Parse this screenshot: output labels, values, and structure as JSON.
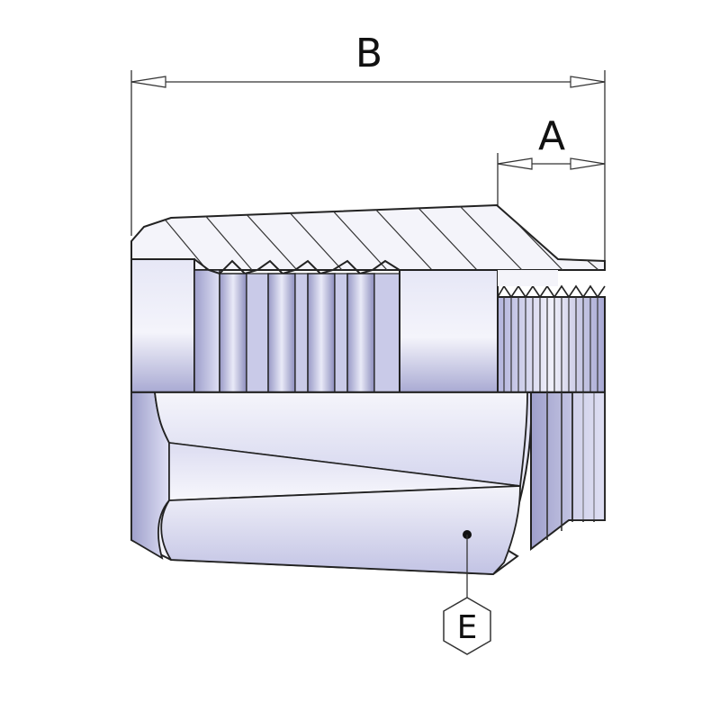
{
  "drawing": {
    "dimensions": [
      {
        "id": "overall-length",
        "label": "B"
      },
      {
        "id": "thread-length",
        "label": "A"
      }
    ],
    "callouts": [
      {
        "id": "hex-across-flats",
        "label": "E",
        "shape": "hexagon"
      }
    ],
    "colors": {
      "background": "#ffffff",
      "line": "#222222",
      "section_fill": "#f2f2f8",
      "bore_light": "#e8e9f7",
      "bore_dark": "#9b9cc8",
      "body_shade": "#b8b9e0",
      "hatch": "#333333"
    }
  }
}
